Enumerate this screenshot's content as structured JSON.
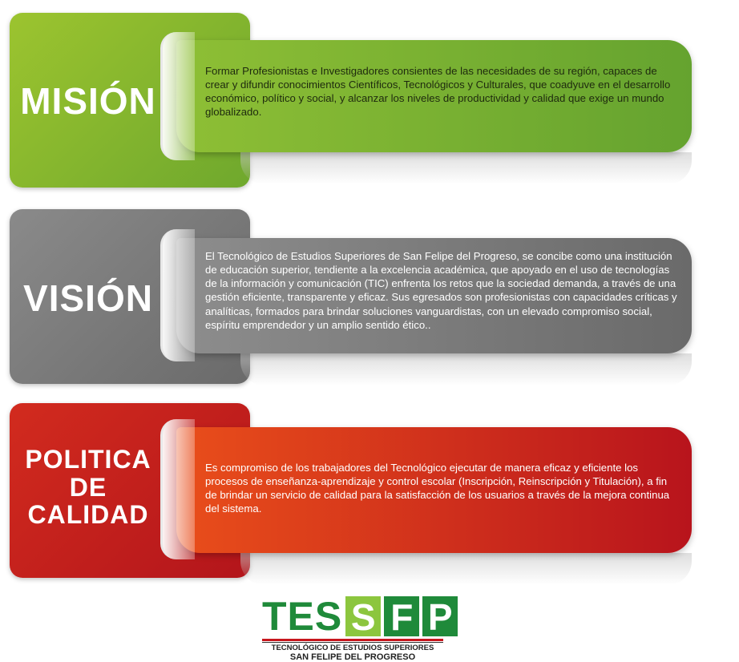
{
  "mision": {
    "title": "MISIÓN",
    "text": "Formar Profesionistas e Investigadores consientes de las necesidades de su región, capaces de crear y difundir conocimientos Científicos, Tecnológicos y Culturales, que coadyuve en el desarrollo económico, político y social, y alcanzar los niveles de productividad y calidad que exige un mundo globalizado.",
    "color": "#8ebf35"
  },
  "vision": {
    "title": "VISIÓN",
    "text": "El Tecnológico de Estudios Superiores de San Felipe del Progreso, se concibe como una institución de educación superior, tendiente a la excelencia académica, que apoyado en el uso de tecnologías de la información y comunicación (TIC) enfrenta los retos que la sociedad demanda, a través de una gestión eficiente, transparente y eficaz. Sus egresados son profesionistas con capacidades críticas y analíticas, formados para brindar soluciones vanguardistas, con un elevado compromiso social, espíritu emprendedor y un amplio sentido ético..",
    "color": "#7a7a7a"
  },
  "politica": {
    "title_line1": "POLITICA",
    "title_line2": "DE",
    "title_line3": "CALIDAD",
    "text": "Es compromiso de los trabajadores del Tecnológico ejecutar  de manera eficaz y eficiente los procesos de enseñanza-aprendizaje y control escolar (Inscripción, Reinscripción y Titulación), a fin de brindar un servicio de calidad para la satisfacción de los usuarios a través de la mejora continua del sistema.",
    "color": "#d8321c"
  },
  "logo": {
    "letters_plain": "TES",
    "letter_s": "S",
    "letter_f": "F",
    "letter_p": "P",
    "line1": "TECNOLÓGICO DE ESTUDIOS SUPERIORES",
    "line2": "SAN FELIPE DEL PROGRESO",
    "green": "#1f8a3a",
    "light_green": "#8cc63e",
    "red": "#c7161d"
  }
}
